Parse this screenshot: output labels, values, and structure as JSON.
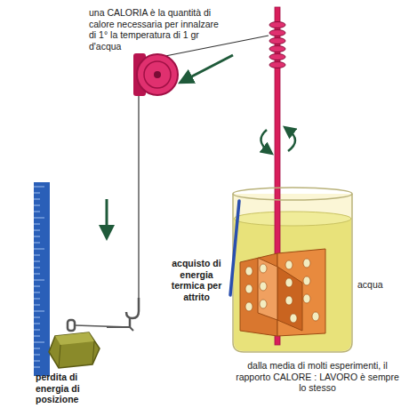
{
  "diagram": {
    "labels": [
      "una CALORIA è la quantità di calore necessaria per innalzare di 1° la temperatura di 1 gr d'acqua",
      "acquisto di energia termica per attrito",
      "acqua",
      "perdita di energia di posizione",
      "dalla media di molti esperimenti, il rapporto CALORE : LAVORO è sempre lo stesso"
    ]
  }
}
